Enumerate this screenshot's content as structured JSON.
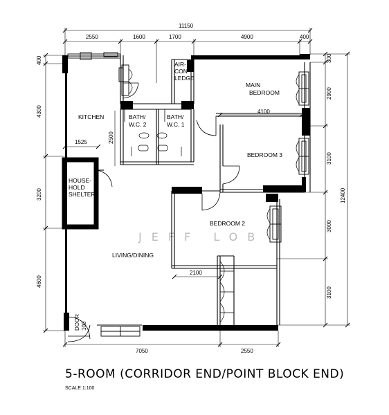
{
  "dimensions": {
    "total_width": "11150",
    "top": [
      "2550",
      "1600",
      "1700",
      "4900",
      "400"
    ],
    "right_outer": "300",
    "right_inner": [
      "2900",
      "3100",
      "3000",
      "3100"
    ],
    "right_total": "12400",
    "left": [
      "400",
      "4300",
      "3200",
      "4600"
    ],
    "bottom": [
      "7050",
      "2550"
    ],
    "bath_height": "2500",
    "kitchen_width": "1525",
    "bedroom3_width": "4100",
    "passage_width": "2100"
  },
  "rooms": {
    "kitchen": "KITCHEN",
    "bath2": [
      "BATH/",
      "W.C. 2"
    ],
    "bath1": [
      "BATH/",
      "W.C. 1"
    ],
    "aircon": [
      "AIR-",
      "CON",
      "LEDGE"
    ],
    "main_bedroom": [
      "MAIN",
      "BEDROOM"
    ],
    "bedroom3": "BEDROOM 3",
    "bedroom2": "BEDROOM 2",
    "shelter": [
      "HOUSE-",
      "HOLD",
      "SHELTER"
    ],
    "living": "LIVING/DINING",
    "door_ref": [
      "DOOR",
      "100"
    ]
  },
  "watermark": "JEFF LOB",
  "title": "5-ROOM (CORRIDOR END/POINT BLOCK END)",
  "scale": "SCALE   1:100"
}
